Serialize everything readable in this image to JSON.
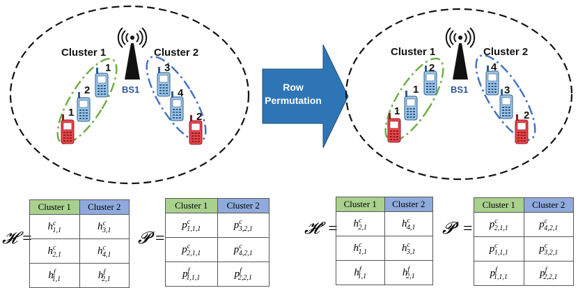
{
  "left_scene": {
    "cluster1_label": "Cluster 1",
    "cluster2_label": "Cluster 2",
    "bs_label": "BS1",
    "cluster1_numbers": [
      "1",
      "2",
      "1"
    ],
    "cluster2_numbers": [
      "3",
      "4",
      "2"
    ]
  },
  "right_scene": {
    "cluster1_label": "Cluster 1",
    "cluster2_label": "Cluster 2",
    "bs_label": "BS1",
    "cluster1_numbers": [
      "2",
      "1",
      "1"
    ],
    "cluster2_numbers": [
      "4",
      "3",
      "2"
    ]
  },
  "arrow": {
    "line1": "Row",
    "line2": "Permutation"
  },
  "colors": {
    "green": "#70ad47",
    "blue": "#4472c4",
    "red_phone": "#e8444a",
    "blue_phone": "#9dc3e6",
    "arrow": "#2e75b6"
  },
  "tables": [
    {
      "symbol": "𝓗",
      "prime": "",
      "h1": "Cluster 1",
      "h2": "Cluster 2",
      "rows": [
        [
          {
            "b": "h",
            "sup": "c",
            "sub": "1,1"
          },
          {
            "b": "h",
            "sup": "c",
            "sub": "3,1"
          }
        ],
        [
          {
            "b": "h",
            "sup": "c",
            "sub": "2,1"
          },
          {
            "b": "h",
            "sup": "c",
            "sub": "4,1"
          }
        ],
        [
          {
            "b": "h",
            "sup": "f",
            "sub": "1,1"
          },
          {
            "b": "h",
            "sup": "f",
            "sub": "2,1"
          }
        ]
      ]
    },
    {
      "symbol": "𝓟",
      "prime": "",
      "h1": "Cluster 1",
      "h2": "Cluster 2",
      "rows": [
        [
          {
            "b": "p",
            "sup": "c",
            "sub": "1,1,1"
          },
          {
            "b": "p",
            "sup": "c",
            "sub": "3,2,1"
          }
        ],
        [
          {
            "b": "p",
            "sup": "c",
            "sub": "2,1,1"
          },
          {
            "b": "p",
            "sup": "c",
            "sub": "4,2,1"
          }
        ],
        [
          {
            "b": "p",
            "sup": "f",
            "sub": "1,1,1"
          },
          {
            "b": "p",
            "sup": "f",
            "sub": "2,2,1"
          }
        ]
      ]
    },
    {
      "symbol": "𝓗",
      "prime": "'",
      "h1": "Cluster 1",
      "h2": "Cluster 2",
      "rows": [
        [
          {
            "b": "h",
            "sup": "c",
            "sub": "2,1"
          },
          {
            "b": "h",
            "sup": "c",
            "sub": "4,1"
          }
        ],
        [
          {
            "b": "h",
            "sup": "c",
            "sub": "1,1"
          },
          {
            "b": "h",
            "sup": "c",
            "sub": "3,1"
          }
        ],
        [
          {
            "b": "h",
            "sup": "f",
            "sub": "1,1"
          },
          {
            "b": "h",
            "sup": "f",
            "sub": "2,1"
          }
        ]
      ]
    },
    {
      "symbol": "𝓟",
      "prime": "'",
      "h1": "Cluster 1",
      "h2": "Cluster 2",
      "rows": [
        [
          {
            "b": "p",
            "sup": "c",
            "sub": "2,1,1"
          },
          {
            "b": "p",
            "sup": "c",
            "sub": "4,2,1"
          }
        ],
        [
          {
            "b": "p",
            "sup": "c",
            "sub": "1,1,1"
          },
          {
            "b": "p",
            "sup": "c",
            "sub": "3,2,1"
          }
        ],
        [
          {
            "b": "p",
            "sup": "f",
            "sub": "1,1,1"
          },
          {
            "b": "p",
            "sup": "f",
            "sub": "2,2,1"
          }
        ]
      ]
    }
  ]
}
